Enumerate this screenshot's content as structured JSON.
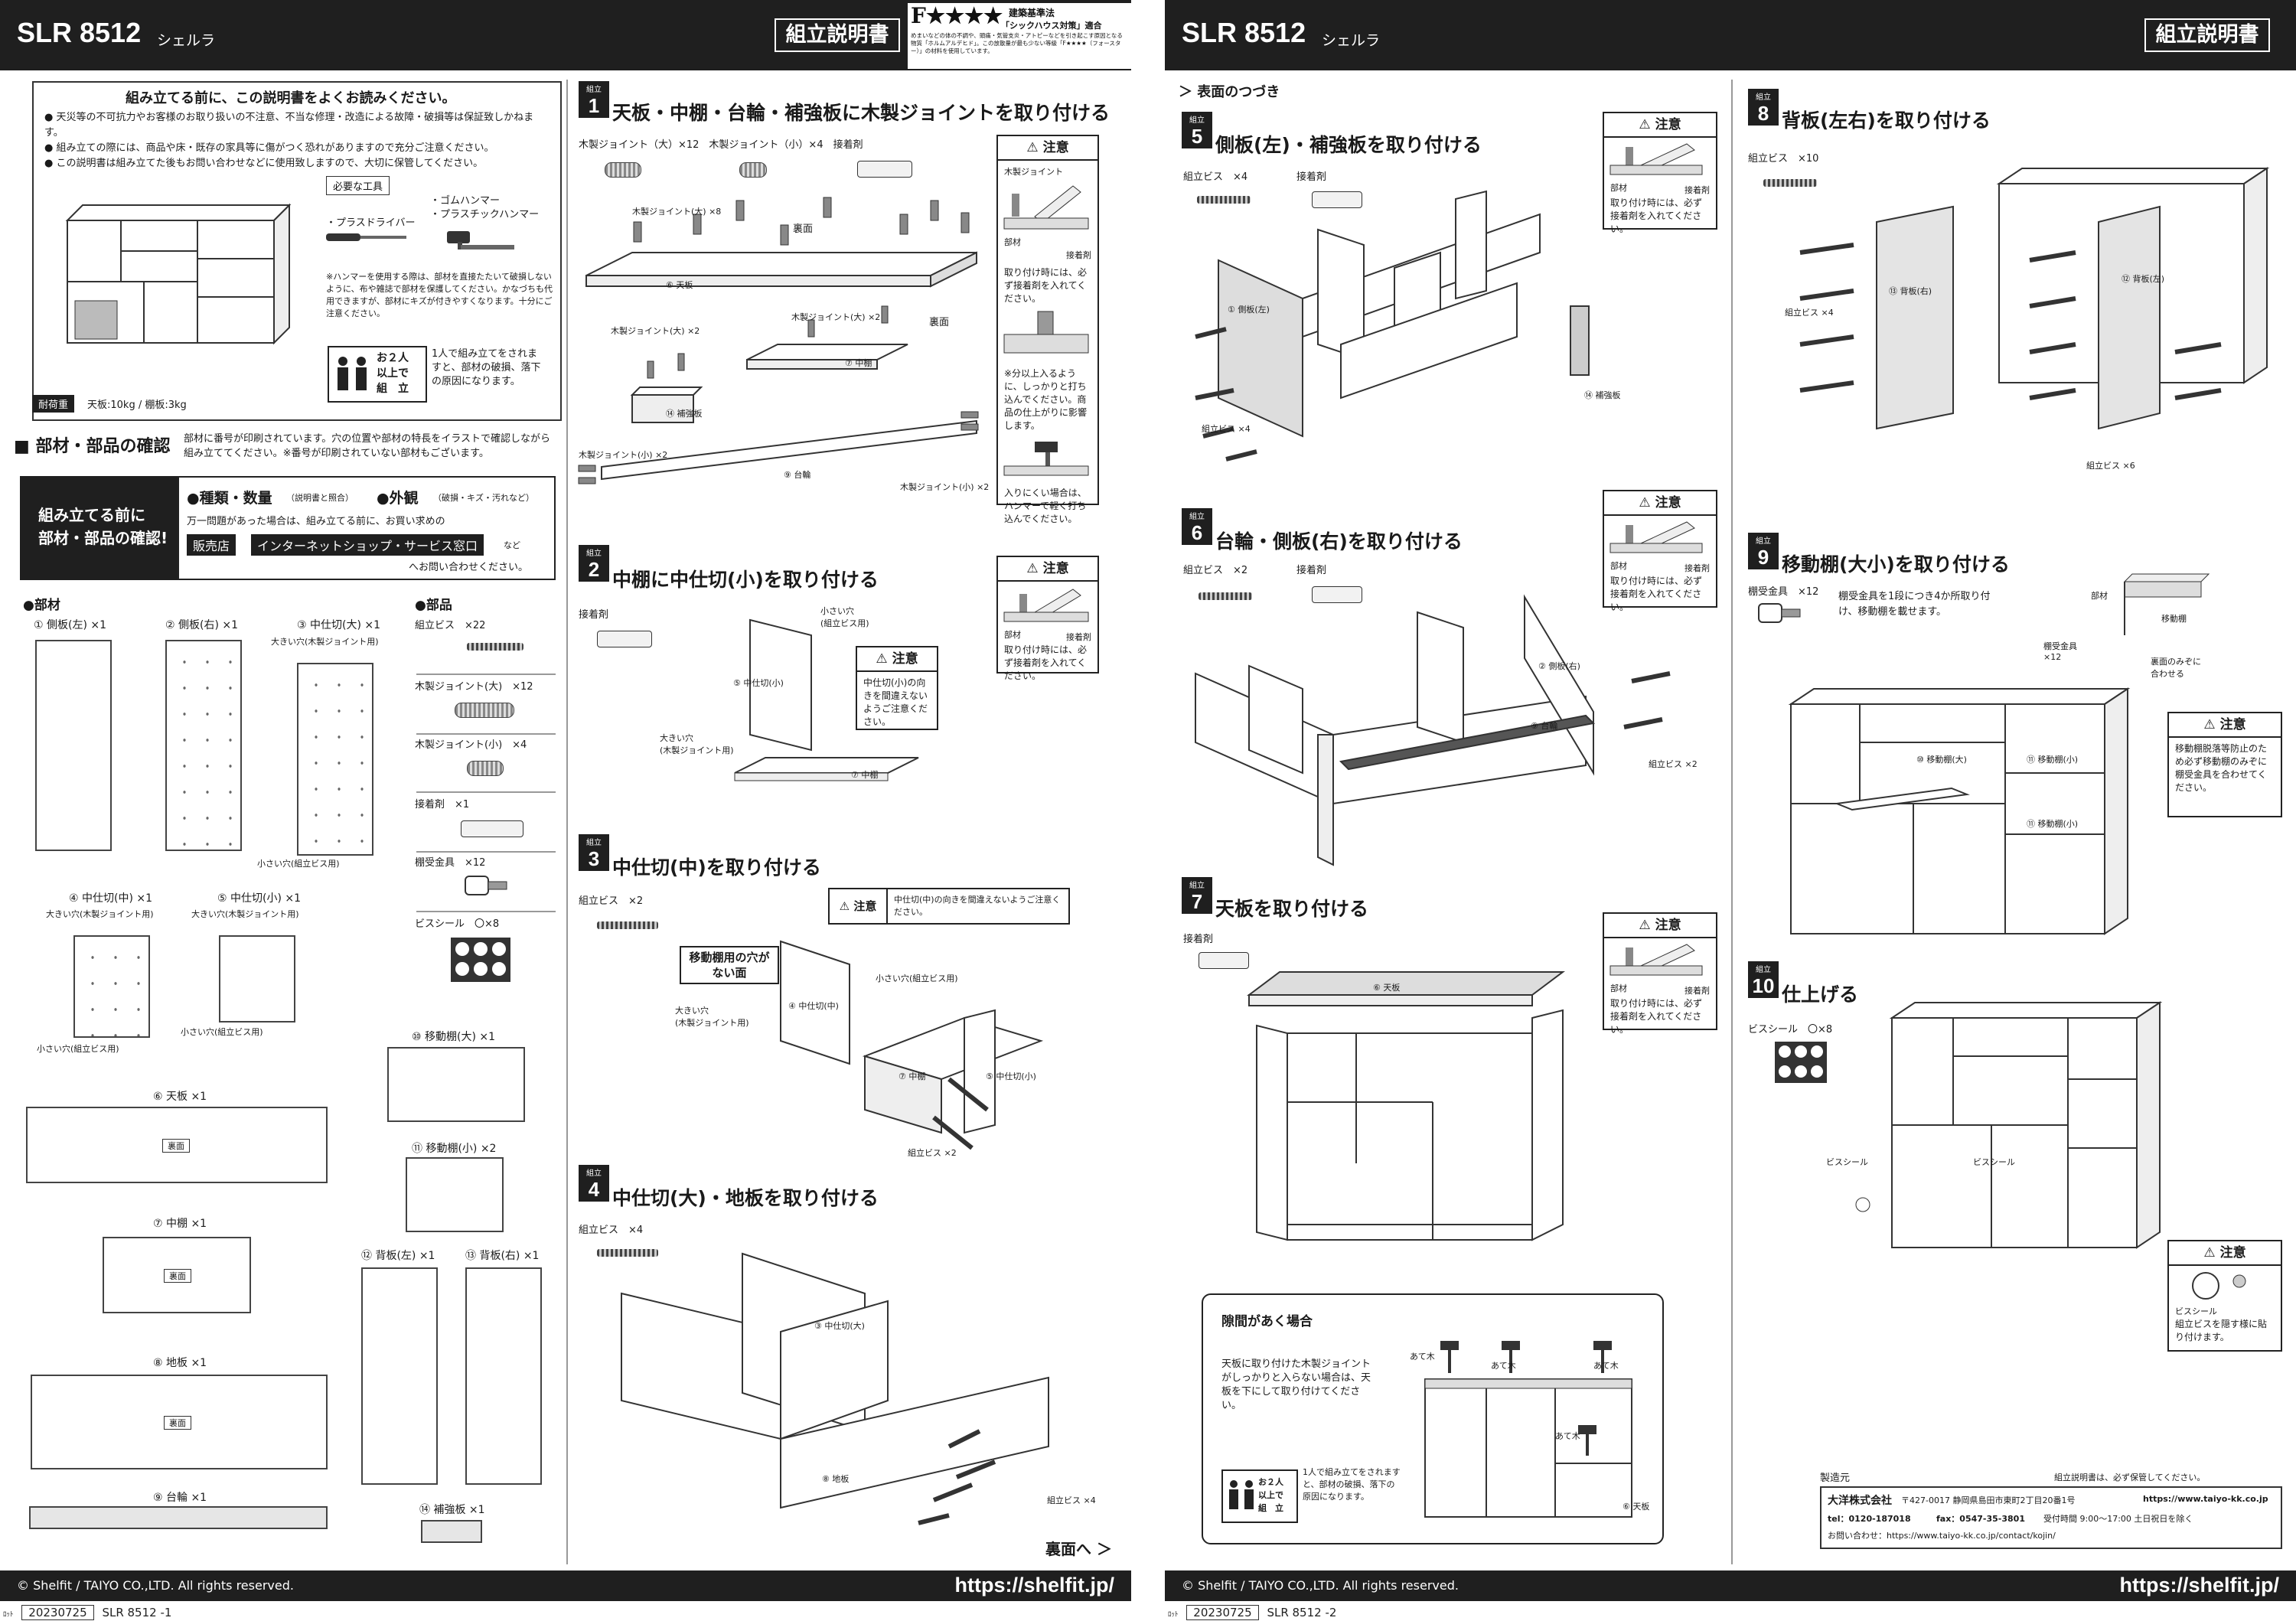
{
  "page1": {
    "header": {
      "model": "SLR 8512",
      "kana": "シェルラ",
      "badge": "組立説明書",
      "fstar": "F★★★★",
      "fstar_t1": "建築基準法",
      "fstar_t2": "「シックハウス対策」適合",
      "fstar_note": "めまいなどの体の不調や、頭痛・気管支炎・アトピーなどを引き起こす原因となる物質「ホルムアルデヒド」。この放散量が最も少ない等級「F★★★★（フォースター）」の材料を使用しています。"
    },
    "intro": {
      "title": "組み立てる前に、この説明書をよくお読みください。",
      "bullets": [
        "天災等の不可抗力やお客様のお取り扱いの不注意、不当な修理・改造による故障・破損等は保証致しかねます。",
        "組み立ての際には、商品や床・既存の家具等に傷がつく恐れがありますので充分ご注意ください。",
        "この説明書は組み立てた後もお問い合わせなどに使用致しますので、大切に保管してください。"
      ],
      "tools_title": "必要な工具",
      "tool_driver": "・プラスドライバー",
      "tool_hammer": "・ゴムハンマー\n・プラスチックハンマー",
      "hammer_note": "※ハンマーを使用する際は、部材を直接たたいて破損しないように、布や雑誌で部材を保護してください。かなづちも代用できますが、部材にキズが付きやすくなります。十分にご注意ください。",
      "two_people": "お２人\n以上で\n組　立",
      "two_people_note": "1人で組み立てをされますと、部材の破損、落下の原因になります。",
      "load_label": "耐荷重",
      "load_text": "天板:10kg / 棚板:3kg"
    },
    "check": {
      "title": "■ 部材・部品の確認",
      "desc": "部材に番号が印刷されています。穴の位置や部材の特長をイラストで確認しながら組み立ててください。※番号が印刷されていない部材もございます。",
      "banner_left": "組み立てる前に\n部材・部品の確認!",
      "kind_qty": "●種類・数量",
      "kind_qty_note": "（説明書と照合）",
      "appearance": "●外観",
      "appearance_note": "（破損・キズ・汚れなど）",
      "contact_line": "万一問題があった場合は、組み立てる前に、お買い求めの",
      "btn_store": "販売店",
      "btn_shop": "インターネットショップ・サービス窓口",
      "nado": "など",
      "contact_end": "へお問い合わせください。"
    },
    "parts_heading": "●部材",
    "components_heading": "●部品",
    "parts": {
      "p1": "① 側板(左) ×1",
      "p2": "② 側板(右) ×1",
      "p3": "③ 中仕切(大) ×1",
      "p3_note": "大きい穴(木製ジョイント用)",
      "p3_note2": "小さい穴(組立ビス用)",
      "p4": "④ 中仕切(中) ×1",
      "p4_note": "大きい穴(木製ジョイント用)",
      "p4_note2": "小さい穴(組立ビス用)",
      "p5": "⑤ 中仕切(小) ×1",
      "p5_note": "大きい穴(木製ジョイント用)",
      "p5_note2": "小さい穴(組立ビス用)",
      "p6": "⑥ 天板 ×1",
      "p7": "⑦ 中棚 ×1",
      "p8": "⑧ 地板 ×1",
      "p9": "⑨ 台輪 ×1",
      "p10": "⑩ 移動棚(大) ×1",
      "p11": "⑪ 移動棚(小) ×2",
      "p12": "⑫ 背板(左) ×1",
      "p13": "⑬ 背板(右) ×1",
      "p14": "⑭ 補強板 ×1",
      "ura": "裏面"
    },
    "components": {
      "c1": "組立ビス　×22",
      "c2": "木製ジョイント(大)　×12",
      "c3": "木製ジョイント(小)　×4",
      "c4": "接着剤　×1",
      "c5": "棚受金具　×12",
      "c6": "ビスシール　〇×8"
    },
    "steps": {
      "kumitate": "組立",
      "s1_num": "1",
      "s1_title": "天板・中棚・台輪・補強板に木製ジョイントを取り付ける",
      "s1_parts": "木製ジョイント（大）×12　木製ジョイント（小）×4　接着剤",
      "s1_l1": "木製ジョイント(大) ×8",
      "s1_l2": "裏面",
      "s1_l3": "⑥ 天板",
      "s1_l4": "木製ジョイント(大) ×2",
      "s1_l5": "木製ジョイント(大) ×2",
      "s1_l6": "裏面",
      "s1_l7": "⑦ 中棚",
      "s1_l8": "⑭ 補強板",
      "s1_l9": "木製ジョイント(小) ×2",
      "s1_l10": "⑨ 台輪",
      "s1_l11": "木製ジョイント(小) ×2",
      "s2_num": "2",
      "s2_title": "中棚に中仕切(小)を取り付ける",
      "s2_parts": "接着剤",
      "s2_l1": "小さい穴\n(組立ビス用)",
      "s2_l2": "⑤ 中仕切(小)",
      "s2_l3": "大きい穴\n(木製ジョイント用)",
      "s2_l4": "⑦ 中棚",
      "s3_num": "3",
      "s3_title": "中仕切(中)を取り付ける",
      "s3_parts": "組立ビス　×2",
      "s3_tag": "移動棚用の穴が\nない面",
      "s3_l1": "小さい穴(組立ビス用)",
      "s3_l2": "大きい穴\n(木製ジョイント用)",
      "s3_l3": "④ 中仕切(中)",
      "s3_l4": "⑦ 中棚",
      "s3_l5": "⑤ 中仕切(小)",
      "s3_l6": "組立ビス ×2",
      "s4_num": "4",
      "s4_title": "中仕切(大)・地板を取り付ける",
      "s4_parts": "組立ビス　×4",
      "s4_l1": "③ 中仕切(大)",
      "s4_l2": "⑧ 地板",
      "s4_l3": "組立ビス ×4",
      "next": "裏面へ ＞"
    },
    "caution1": {
      "title": "⚠ 注意",
      "l1": "木製ジョイント",
      "l2": "部材",
      "l3": "接着剤",
      "t1": "取り付け時には、必ず接着剤を入れてください。",
      "t2": "※分以上入るように、しっかりと打ち込んでください。商品の仕上がりに影響します。",
      "t3": "入りにくい場合は、ハンマーで軽く打ち込んでください。"
    },
    "caution2": {
      "title": "⚠ 注意",
      "t1": "中仕切(小)の向きを間違えないようご注意ください。"
    },
    "caution3": {
      "title": "⚠ 注意",
      "l1": "部材",
      "l2": "接着剤",
      "t1": "取り付け時には、必ず接着剤を入れてください。"
    },
    "caution4": {
      "title": "⚠ 注意",
      "t1": "中仕切(中)の向きを間違えないようご注意ください。"
    },
    "footer": {
      "copy": "© Shelfit / TAIYO CO.,LTD. All rights reserved.",
      "url": "https://shelfit.jp/"
    },
    "lot": {
      "label": "ﾛｯﾄ",
      "code": "20230725",
      "page": "SLR 8512 -1"
    }
  },
  "page2": {
    "header": {
      "model": "SLR 8512",
      "kana": "シェルラ",
      "badge": "組立説明書"
    },
    "cont": "＞ 表面のつづき",
    "steps": {
      "kumitate": "組立",
      "s5_num": "5",
      "s5_title": "側板(左)・補強板を取り付ける",
      "s5_p1": "組立ビス　×4",
      "s5_p2": "接着剤",
      "s5_l1": "① 側板(左)",
      "s5_l2": "組立ビス ×4",
      "s5_l3": "⑭ 補強板",
      "s6_num": "6",
      "s6_title": "台輪・側板(右)を取り付ける",
      "s6_p1": "組立ビス　×2",
      "s6_p2": "接着剤",
      "s6_l1": "② 側板(右)",
      "s6_l2": "⑨ 台輪",
      "s6_l3": "組立ビス ×2",
      "s7_num": "7",
      "s7_title": "天板を取り付ける",
      "s7_p1": "接着剤",
      "s7_l1": "⑥ 天板",
      "s8_num": "8",
      "s8_title": "背板(左右)を取り付ける",
      "s8_p1": "組立ビス　×10",
      "s8_l1": "⑬ 背板(右)",
      "s8_l2": "⑫ 背板(左)",
      "s8_l3": "組立ビス ×4",
      "s8_l4": "組立ビス ×6",
      "s9_num": "9",
      "s9_title": "移動棚(大小)を取り付ける",
      "s9_p1": "棚受金具　×12",
      "s9_desc": "棚受金具を1段につき4か所取り付け、移動棚を載せます。",
      "s9_l1": "部材",
      "s9_l2": "棚受金具\n×12",
      "s9_l3": "移動棚",
      "s9_l4": "裏面のみぞに\n合わせる",
      "s9_l5": "⑩ 移動棚(大)",
      "s9_l6": "⑪ 移動棚(小)",
      "s9_l7": "⑪ 移動棚(小)",
      "s10_num": "10",
      "s10_title": "仕上げる",
      "s10_p1": "ビスシール　〇×8",
      "s10_l1": "ビスシール",
      "s10_l2": "ビスシール"
    },
    "gap": {
      "title": "隙間があく場合",
      "text": "天板に取り付けた木製ジョイントがしっかりと入らない場合は、天板を下にして取り付けてください。",
      "ategi": "あて木",
      "tenban": "⑥ 天板",
      "two_people": "お２人\n以上で\n組　立",
      "two_people_note": "1人で組み立てをされますと、部材の破損、落下の原因になります。"
    },
    "cautions": {
      "title": "⚠ 注意",
      "part": "部材",
      "glue": "接着剤",
      "text": "取り付け時には、必ず接着剤を入れてください。",
      "shelf_text": "移動棚脱落等防止のため必ず移動棚のみぞに棚受金具を合わせてください。",
      "seal_lbl": "ビスシール",
      "seal_text": "組立ビスを隠す様に貼り付けます。"
    },
    "maker": {
      "label": "製造元",
      "keep": "組立説明書は、必ず保管してください。",
      "company": "大洋株式会社",
      "address": "〒427-0017 静岡県島田市東町2丁目20番1号",
      "web": "https://www.taiyo-kk.co.jp",
      "tel": "tel：0120-187018",
      "fax": "fax：0547-35-3801",
      "hours": "受付時間 9:00～17:00 土日祝日を除く",
      "contact": "お問い合わせ：https://www.taiyo-kk.co.jp/contact/kojin/"
    },
    "footer": {
      "copy": "© Shelfit / TAIYO CO.,LTD. All rights reserved.",
      "url": "https://shelfit.jp/"
    },
    "lot": {
      "label": "ﾛｯﾄ",
      "code": "20230725",
      "page": "SLR 8512 -2"
    }
  }
}
